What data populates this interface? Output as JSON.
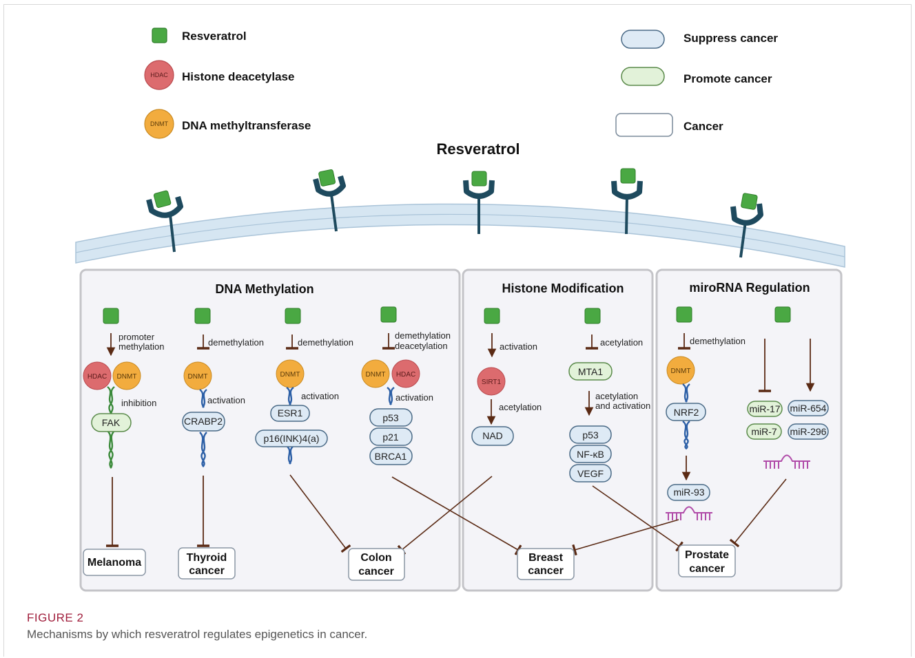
{
  "legend": {
    "resveratrol": "Resveratrol",
    "hdac": "Histone deacetylase",
    "dnmt": "DNA methyltransferase",
    "suppress": "Suppress cancer",
    "promote": "Promote cancer",
    "cancer": "Cancer"
  },
  "title": "Resveratrol",
  "symbols": {
    "hdac": "HDAC",
    "dnmt": "DNMT",
    "sirt1": "SIRT1"
  },
  "panels": {
    "dna_methylation": "DNA Methylation",
    "histone_modification": "Histone Modification",
    "mirna_regulation": "miroRNA Regulation"
  },
  "labels": {
    "promoter_methylation_1": "promoter",
    "promoter_methylation_2": "methylation",
    "demethylation": "demethylation",
    "demethylation_deacetylation_1": "demethylation",
    "demethylation_deacetylation_2": "deacetylation",
    "inhibition": "inhibition",
    "activation": "activation",
    "acetylation": "acetylation",
    "acetylation_activation_1": "acetylation",
    "acetylation_activation_2": "and activation"
  },
  "genes": {
    "fak": "FAK",
    "crabp2": "CRABP2",
    "esr1": "ESR1",
    "p16": "p16(INK)4(a)",
    "p53": "p53",
    "p21": "p21",
    "brca1": "BRCA1",
    "nad": "NAD",
    "mta1": "MTA1",
    "p53_b": "p53",
    "nfkb": "NF-κB",
    "vegf": "VEGF",
    "nrf2": "NRF2",
    "mir93": "miR-93",
    "mir17": "miR-17",
    "mir654": "miR-654",
    "mir7": "miR-7",
    "mir296": "miR-296"
  },
  "cancers": {
    "melanoma": "Melanoma",
    "thyroid_1": "Thyroid",
    "thyroid_2": "cancer",
    "colon_1": "Colon",
    "colon_2": "cancer",
    "breast_1": "Breast",
    "breast_2": "cancer",
    "prostate_1": "Prostate",
    "prostate_2": "cancer"
  },
  "caption": {
    "label": "FIGURE 2",
    "text": "Mechanisms by which resveratrol regulates epigenetics in cancer."
  },
  "colors": {
    "resveratrol_green": "#4aa843",
    "hdac_red": "#dc6b6e",
    "dnmt_orange": "#f2ac3e",
    "suppress_fill": "#deeaf5",
    "promote_fill": "#e2f2d9",
    "outline": "#4a6a86",
    "receptor": "#1e4a5e",
    "arrow": "#5a2a14",
    "panel_fill": "#f4f4f8",
    "rna_purple": "#b04aa8"
  }
}
